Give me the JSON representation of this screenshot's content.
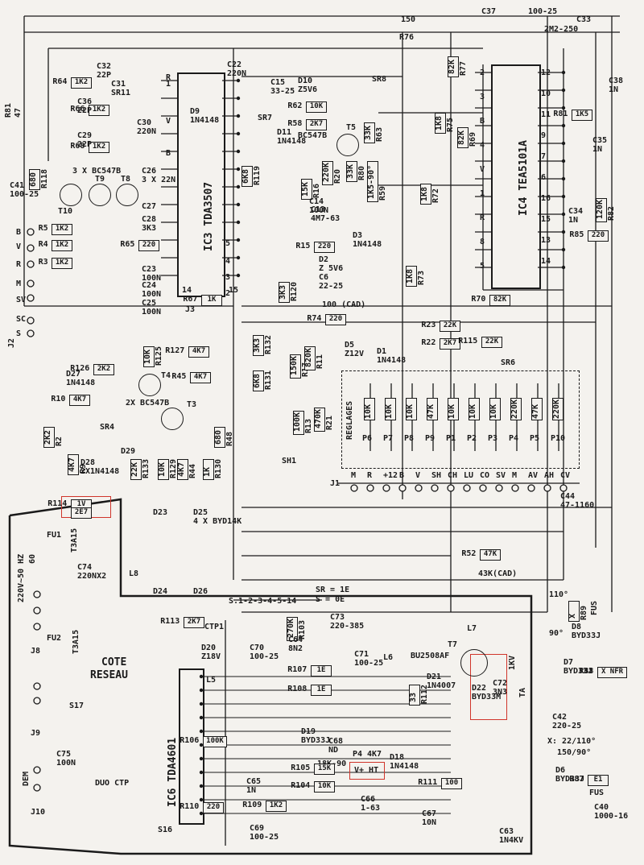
{
  "schematic": {
    "net_labels": {
      "r76": "R76",
      "r150": "150",
      "c37": "C37",
      "c37_val": "100-25",
      "c33": "C33",
      "c33_val": "2M2-250",
      "sr8": "SR8",
      "sr7": "SR7",
      "sr6": "SR6",
      "sr4": "SR4",
      "sr1": "SH1",
      "sr_note": "SR = 1E",
      "s_note": "S = 0E",
      "s_list": "S.1-2-3-4-5-14",
      "cad100": "100 (CAD)",
      "cad43k": "43K(CAD)",
      "x_note": "X: 22/110°",
      "x_note2": "150/90°",
      "mains": "220V~50 HZ",
      "mains2": "60"
    },
    "ic_labels": {
      "ic3": "IC3  TDA3507",
      "ic4": "IC4  TEA5101A",
      "ic6": "IC6  TDA4601"
    },
    "transistors": {
      "t5": "T5",
      "t5_type": "BC547B",
      "t4": "T4",
      "t4_type": "2X BC547B",
      "t3": "T3",
      "t7": "T7",
      "t7_type": "BU2508AF",
      "t_group": "3 X BC547B",
      "t10": "T10",
      "t9": "T9",
      "t8": "T8"
    },
    "resistor_labels": [
      {
        "id": "r64",
        "name": "R64",
        "value": "1K2"
      },
      {
        "id": "r66",
        "name": "R66",
        "value": "1K2"
      },
      {
        "id": "r68",
        "name": "R68",
        "value": "1K2"
      },
      {
        "id": "r62",
        "name": "R62",
        "value": "10K"
      },
      {
        "id": "r58",
        "name": "R58",
        "value": "2K7"
      },
      {
        "id": "r63",
        "name": "R63",
        "value": "33K"
      },
      {
        "id": "r80",
        "name": "R80",
        "value": "33K"
      },
      {
        "id": "r59",
        "name": "R59",
        "value": "1K5-90°"
      },
      {
        "id": "r77",
        "name": "R77",
        "value": "82K"
      },
      {
        "id": "r75",
        "name": "R75",
        "value": "1K8"
      },
      {
        "id": "r69",
        "name": "R69",
        "value": "82K"
      },
      {
        "id": "r81",
        "name": "R81",
        "value": "1K5"
      },
      {
        "id": "r82",
        "name": "R82",
        "value": "120K"
      },
      {
        "id": "r85",
        "name": "R85",
        "value": "220"
      },
      {
        "id": "r72",
        "name": "R72",
        "value": "1K8"
      },
      {
        "id": "r73",
        "name": "R73",
        "value": "1K8"
      },
      {
        "id": "r70",
        "name": "R70",
        "value": "82K"
      },
      {
        "id": "r15",
        "name": "R15",
        "value": "220"
      },
      {
        "id": "r16",
        "name": "R16",
        "value": "15K"
      },
      {
        "id": "r20",
        "name": "R20",
        "value": "220K"
      },
      {
        "id": "r119",
        "name": "R119",
        "value": "6K8"
      },
      {
        "id": "r120",
        "name": "R120",
        "value": "3K3"
      },
      {
        "id": "r5",
        "name": "R5",
        "value": "1K2"
      },
      {
        "id": "r4",
        "name": "R4",
        "value": "1K2"
      },
      {
        "id": "r3",
        "name": "R3",
        "value": "1K2"
      },
      {
        "id": "r65",
        "name": "R65",
        "value": "220"
      },
      {
        "id": "r67",
        "name": "R67",
        "value": "1K"
      },
      {
        "id": "r74",
        "name": "R74",
        "value": "220"
      },
      {
        "id": "r23",
        "name": "R23",
        "value": "22K"
      },
      {
        "id": "r22",
        "name": "R22",
        "value": "2K7"
      },
      {
        "id": "r115",
        "name": "R115",
        "value": "22K"
      },
      {
        "id": "r17",
        "name": "R17",
        "value": "150K"
      },
      {
        "id": "r11",
        "name": "R11",
        "value": "820K"
      },
      {
        "id": "r13",
        "name": "R13",
        "value": "100K"
      },
      {
        "id": "r21",
        "name": "R21",
        "value": "470K"
      },
      {
        "id": "r127",
        "name": "R127",
        "value": "4K7"
      },
      {
        "id": "r45",
        "name": "R45",
        "value": "4K7"
      },
      {
        "id": "r125",
        "name": "R125",
        "value": "10K"
      },
      {
        "id": "r126",
        "name": "R126",
        "value": "2K2"
      },
      {
        "id": "r132",
        "name": "R132",
        "value": "3K3"
      },
      {
        "id": "r131",
        "name": "R131",
        "value": "6K8"
      },
      {
        "id": "r48",
        "name": "R48",
        "value": "680"
      },
      {
        "id": "r10",
        "name": "R10",
        "value": "4K7"
      },
      {
        "id": "r2",
        "name": "R2",
        "value": "2K2"
      },
      {
        "id": "r9",
        "name": "R9",
        "value": "4K7"
      },
      {
        "id": "r133",
        "name": "R133",
        "value": "22K"
      },
      {
        "id": "r129",
        "name": "R129",
        "value": "10K"
      },
      {
        "id": "r44",
        "name": "R44",
        "value": "4K7"
      },
      {
        "id": "r130",
        "name": "R130",
        "value": "1K"
      },
      {
        "id": "r118",
        "name": "R118",
        "value": "680"
      },
      {
        "id": "r52",
        "name": "R52",
        "value": "47K"
      },
      {
        "id": "r114",
        "name": "R114",
        "value": "1V"
      },
      {
        "id": "r114b",
        "name": "",
        "value": "2E7"
      },
      {
        "id": "r113",
        "name": "R113",
        "value": "2K7"
      },
      {
        "id": "r103",
        "name": "R103",
        "value": "270K"
      },
      {
        "id": "r107",
        "name": "R107",
        "value": "1E"
      },
      {
        "id": "r108",
        "name": "R108",
        "value": "1E"
      },
      {
        "id": "r112",
        "name": "R112",
        "value": "33"
      },
      {
        "id": "r106",
        "name": "R106",
        "value": "100K"
      },
      {
        "id": "r105",
        "name": "R105",
        "value": "15K"
      },
      {
        "id": "r104",
        "name": "R104",
        "value": "10K"
      },
      {
        "id": "r110",
        "name": "R110",
        "value": "220"
      },
      {
        "id": "r109",
        "name": "R109",
        "value": "1K2"
      },
      {
        "id": "r111",
        "name": "R111",
        "value": "100"
      },
      {
        "id": "r87",
        "name": "R87",
        "value": "E1"
      },
      {
        "id": "r88",
        "name": "R88",
        "value": "X NFR"
      },
      {
        "id": "r89",
        "name": "R89",
        "value": "X"
      }
    ],
    "capacitor_labels": [
      {
        "id": "c32",
        "name": "C32",
        "value": "22P"
      },
      {
        "id": "c31",
        "name": "C31",
        "value": "SR11"
      },
      {
        "id": "c36",
        "name": "C36",
        "value": "22P"
      },
      {
        "id": "c29",
        "name": "C29",
        "value": "22P"
      },
      {
        "id": "c30",
        "name": "C30",
        "value": "220N"
      },
      {
        "id": "c22",
        "name": "C22",
        "value": "220N"
      },
      {
        "id": "c15",
        "name": "C15",
        "value": "33-25"
      },
      {
        "id": "c38",
        "name": "C38",
        "value": "1N"
      },
      {
        "id": "c35",
        "name": "C35",
        "value": "1N"
      },
      {
        "id": "c34",
        "name": "C34",
        "value": "1N"
      },
      {
        "id": "c41",
        "name": "C41",
        "value": "100-25"
      },
      {
        "id": "c26",
        "name": "C26",
        "value": "3 X 22N"
      },
      {
        "id": "c27",
        "name": "C27",
        "value": ""
      },
      {
        "id": "c28",
        "name": "C28",
        "value": "3K3"
      },
      {
        "id": "c23",
        "name": "C23",
        "value": "100N"
      },
      {
        "id": "c24",
        "name": "C24",
        "value": "100N"
      },
      {
        "id": "c25",
        "name": "C25",
        "value": "100N"
      },
      {
        "id": "c13",
        "name": "C13",
        "value": "4M7-63"
      },
      {
        "id": "c14",
        "name": "C14",
        "value": "100N"
      },
      {
        "id": "c6",
        "name": "C6",
        "value": "22-25"
      },
      {
        "id": "c44",
        "name": "C44",
        "value": "47-1160"
      },
      {
        "id": "c74",
        "name": "C74",
        "value": "220NX2"
      },
      {
        "id": "c73",
        "name": "C73",
        "value": "220-385"
      },
      {
        "id": "c70",
        "name": "C70",
        "value": "100-25"
      },
      {
        "id": "c64",
        "name": "C64",
        "value": "8N2"
      },
      {
        "id": "c71",
        "name": "C71",
        "value": "100-25"
      },
      {
        "id": "c68",
        "name": "C68",
        "value": "ND"
      },
      {
        "id": "c65",
        "name": "C65",
        "value": "1N"
      },
      {
        "id": "c66",
        "name": "C66",
        "value": "1-63"
      },
      {
        "id": "c67",
        "name": "C67",
        "value": "10N"
      },
      {
        "id": "c69",
        "name": "C69",
        "value": "100-25"
      },
      {
        "id": "c63",
        "name": "C63",
        "value": "1N4KV"
      },
      {
        "id": "c75",
        "name": "C75",
        "value": "100N"
      },
      {
        "id": "c42",
        "name": "C42",
        "value": "220-25"
      },
      {
        "id": "c40",
        "name": "C40",
        "value": "1000-16"
      },
      {
        "id": "c72",
        "name": "C72",
        "value": "3N3"
      }
    ],
    "diode_labels": [
      {
        "id": "d10",
        "name": "D10",
        "value": "Z5V6"
      },
      {
        "id": "d9",
        "name": "D9",
        "value": "1N4148"
      },
      {
        "id": "d11",
        "name": "D11",
        "value": "1N4148"
      },
      {
        "id": "d3",
        "name": "D3",
        "value": "1N4148"
      },
      {
        "id": "d2",
        "name": "D2",
        "value": "Z 5V6"
      },
      {
        "id": "d1",
        "name": "D1",
        "value": "1N4148"
      },
      {
        "id": "d5",
        "name": "D5",
        "value": "Z12V"
      },
      {
        "id": "d27",
        "name": "D27",
        "value": "1N4148"
      },
      {
        "id": "d28",
        "name": "D28",
        "value": "2X1N4148"
      },
      {
        "id": "d29",
        "name": "D29",
        "value": ""
      },
      {
        "id": "d23",
        "name": "D23",
        "value": ""
      },
      {
        "id": "d25",
        "name": "D25",
        "value": "4 X BYD14K"
      },
      {
        "id": "d24",
        "name": "D24",
        "value": ""
      },
      {
        "id": "d26",
        "name": "D26",
        "value": ""
      },
      {
        "id": "d20",
        "name": "D20",
        "value": "Z18V"
      },
      {
        "id": "d21",
        "name": "D21",
        "value": "1N4007"
      },
      {
        "id": "d22",
        "name": "D22",
        "value": "BYD33M"
      },
      {
        "id": "d19",
        "name": "D19",
        "value": "BYD33J"
      },
      {
        "id": "d18",
        "name": "D18",
        "value": "1N4148"
      },
      {
        "id": "d8",
        "name": "D8",
        "value": "BYD33J"
      },
      {
        "id": "d7",
        "name": "D7",
        "value": "BYD33J"
      },
      {
        "id": "d6",
        "name": "D6",
        "value": "BYD33J"
      }
    ],
    "misc_labels": {
      "l5": "L5",
      "l6": "L6",
      "l7": "L7",
      "l8": "L8",
      "ctp1": "CTP1",
      "fu1": "FU1",
      "fu1_val": "T3A15",
      "fu2": "FU2",
      "fu2_val": "T3A15",
      "j1": "J1",
      "j2": "J2",
      "j3": "J3",
      "j8": "J8",
      "j9": "J9",
      "j10": "J10",
      "s16": "S16",
      "s17": "S17",
      "cote": "COTE",
      "reseau": "RESEAU",
      "duo": "DUO CTP",
      "dem": "DEM",
      "p4": "P4",
      "p4_val": "4K7",
      "p4_box": "V+ HT",
      "r105_pot": "18K-90",
      "ta": "TA",
      "kv": "1KV",
      "v110": "110°",
      "v90": "90°",
      "fus1": "FUS",
      "fus2": "FUS",
      "r81_top": "R81",
      "r81_val": "47"
    },
    "reglages": {
      "title": "REGLAGES",
      "pots": [
        {
          "name": "P6",
          "value": "10K"
        },
        {
          "name": "P7",
          "value": "10K"
        },
        {
          "name": "P8",
          "value": "10K"
        },
        {
          "name": "P9",
          "value": "47K"
        },
        {
          "name": "P1",
          "value": "10K"
        },
        {
          "name": "P2",
          "value": "10K"
        },
        {
          "name": "P3",
          "value": "10K"
        },
        {
          "name": "P4",
          "value": "220K"
        },
        {
          "name": "P5",
          "value": "47K"
        },
        {
          "name": "P10",
          "value": "220K"
        }
      ]
    },
    "j1_pins": [
      "M",
      "R",
      "+12",
      "B",
      "V",
      "SH",
      "CH",
      "LU",
      "CO",
      "SV",
      "M",
      "AV",
      "AH",
      "CV"
    ],
    "left_inputs": [
      "B",
      "V",
      "R",
      "M",
      "SV",
      "SC",
      "S"
    ],
    "ic3_pins": [
      "R",
      "1",
      "V",
      "B",
      "5",
      "4",
      "3",
      "2",
      "15",
      "14"
    ],
    "ic4_pins": [
      "2",
      "3",
      "B",
      "4",
      "V",
      "1",
      "R",
      "8",
      "5",
      "12",
      "10",
      "11",
      "9",
      "7",
      "6",
      "16",
      "15",
      "13",
      "14"
    ]
  }
}
